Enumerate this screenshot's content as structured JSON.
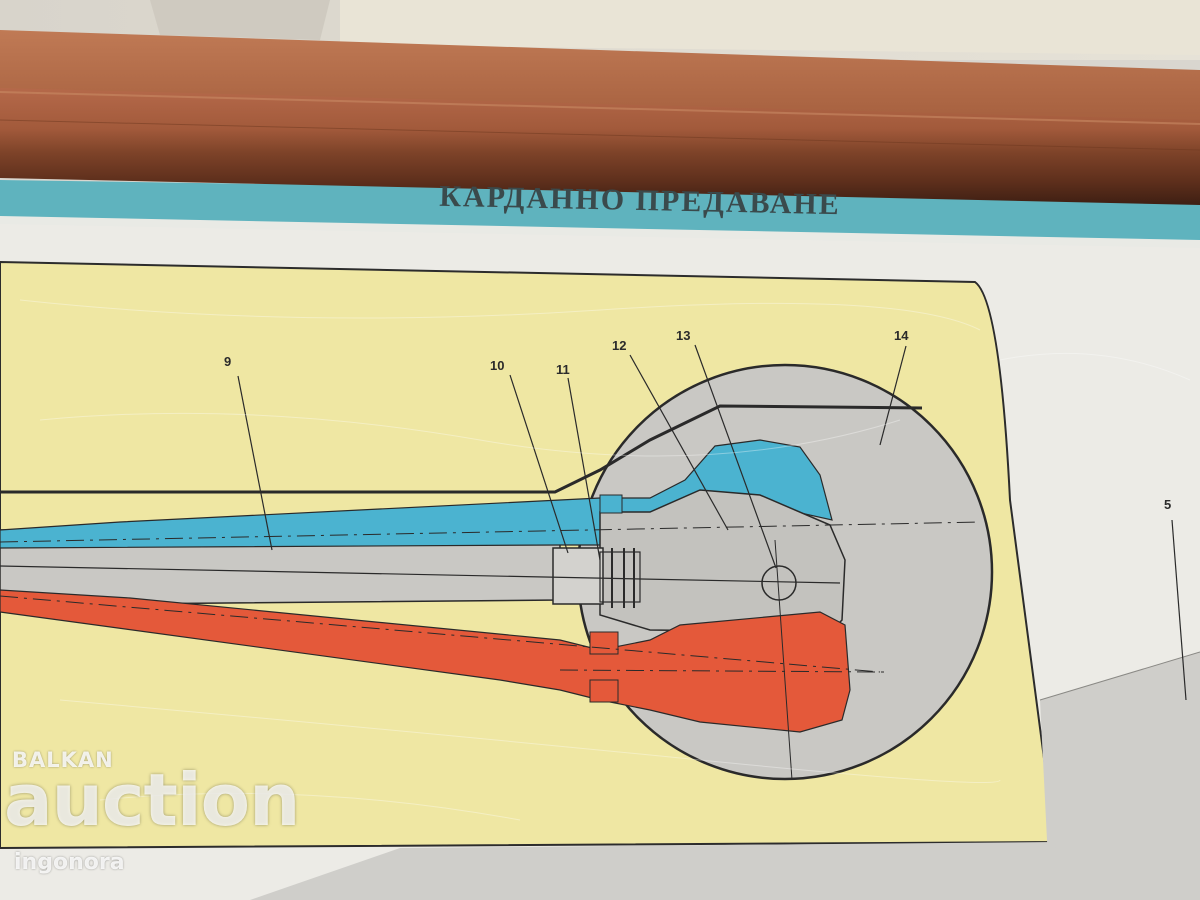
{
  "poster": {
    "title": "КАРДАННО ПРЕДАВАНЕ",
    "callouts": [
      "9",
      "10",
      "11",
      "12",
      "13",
      "14",
      "5"
    ]
  },
  "watermark": {
    "brand": "BALKAN",
    "main": "auction",
    "user": "ingonora"
  },
  "colors": {
    "paper_yellow": "#efe7a3",
    "paper_white": "#ecebe6",
    "teal_band": "#5fb3be",
    "wood": "#8a4a2c",
    "blue_part": "#4bb3d0",
    "red_part": "#e4593a",
    "gray_part": "#c9c8c4"
  }
}
